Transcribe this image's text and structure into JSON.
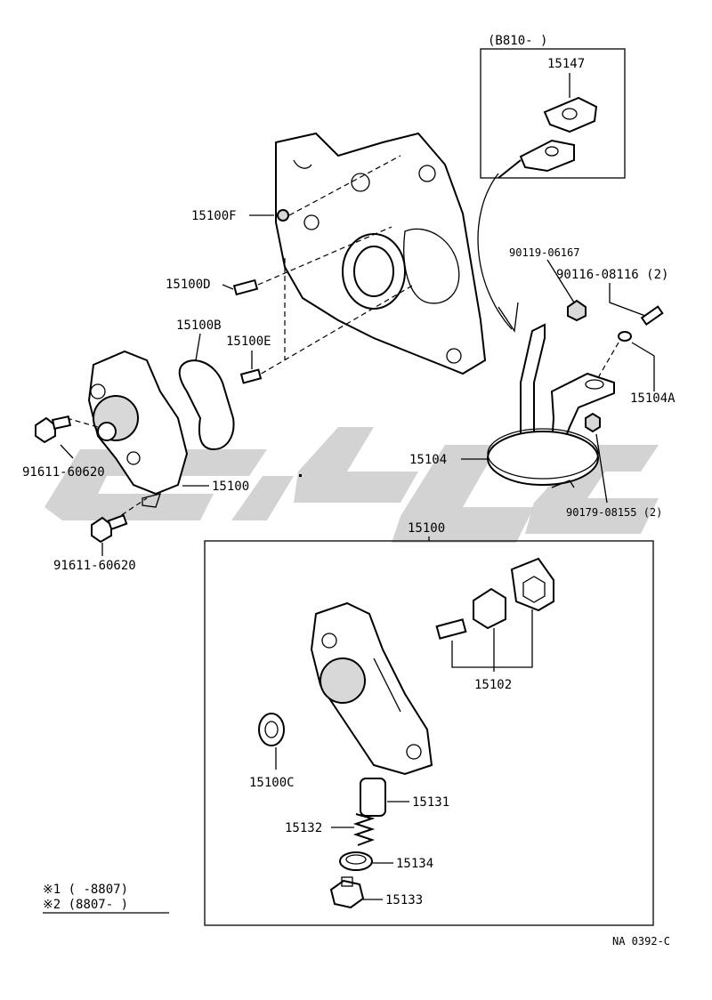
{
  "inset_top": {
    "range": "(B810-      )",
    "part": "15147"
  },
  "labels": {
    "p15100F": "15100F",
    "p15100D": "15100D",
    "p15100B": "15100B",
    "p15100E": "15100E",
    "p91611a": "91611-60620",
    "p15100": "15100",
    "p91611b": "91611-60620",
    "p90119": "90119-06167",
    "p90116": "90116-08116 (2)",
    "p15104A": "15104A",
    "p15104": "15104",
    "p90179": "90179-08155 (2)",
    "p15100box": "15100",
    "p15102": "15102",
    "p15100C": "15100C",
    "p15131": "15131",
    "p15132": "15132",
    "p15134": "15134",
    "p15133": "15133"
  },
  "legend": {
    "line1": "※1 (      -8807)",
    "line2": "※2 (8807-      )"
  },
  "code": "NA  0392-C"
}
